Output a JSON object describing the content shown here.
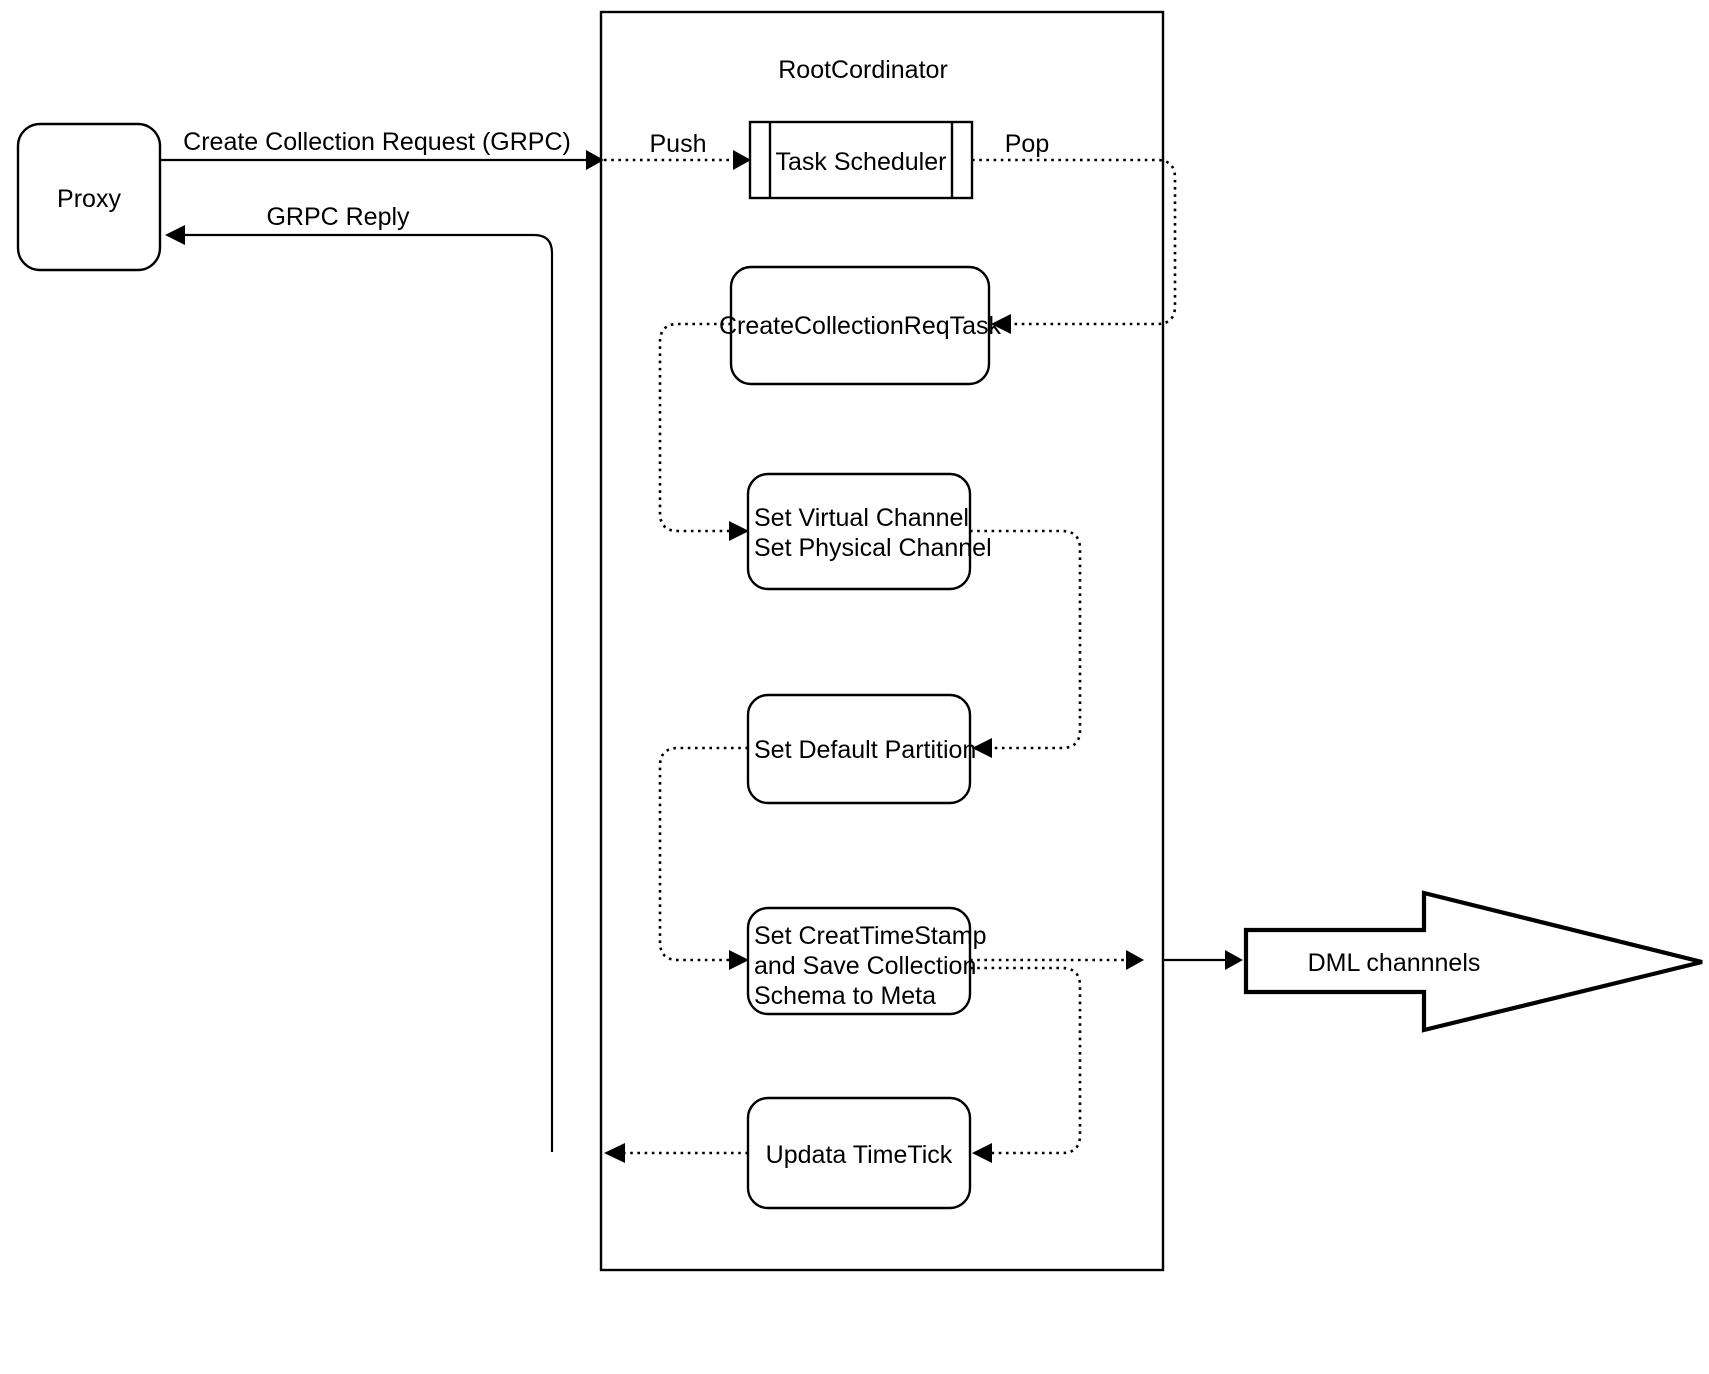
{
  "diagram": {
    "title_visible": false,
    "colors": {
      "stroke": "#000000",
      "fill": "#ffffff",
      "text": "#000000"
    },
    "container": {
      "label": "RootCordinator",
      "name": "root-coordinator-container"
    },
    "nodes": [
      {
        "id": "proxy",
        "label": "Proxy",
        "shape": "rounded-rect"
      },
      {
        "id": "task-scheduler",
        "label": "Task Scheduler",
        "shape": "process"
      },
      {
        "id": "create-collection-req-task",
        "label": "CreateCollectionReqTask",
        "shape": "rounded-rect"
      },
      {
        "id": "set-channels",
        "label_lines": [
          "Set Virtual Channel",
          "Set Physical Channel"
        ],
        "shape": "rounded-rect"
      },
      {
        "id": "set-default-partition",
        "label": "Set Default Partition",
        "shape": "rounded-rect"
      },
      {
        "id": "set-creat-timestamp",
        "label_lines": [
          "Set CreatTimeStamp",
          "and Save Collection",
          "Schema to Meta"
        ],
        "shape": "rounded-rect"
      },
      {
        "id": "updata-timetick",
        "label": "Updata TimeTick",
        "shape": "rounded-rect"
      },
      {
        "id": "dml-channnels",
        "label": "DML channnels",
        "shape": "block-arrow-right"
      }
    ],
    "edge_labels": {
      "create_collection_request": "Create Collection Request (GRPC)",
      "grpc_reply": "GRPC Reply",
      "push": "Push",
      "pop": "Pop"
    }
  }
}
